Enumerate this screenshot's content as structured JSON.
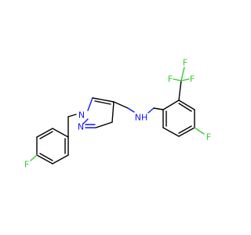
{
  "molecule": {
    "atoms": {
      "f_left": "F",
      "n_ring_1": "N",
      "n_ring_2": "N",
      "nh": "NH",
      "f_cf3_a": "F",
      "f_cf3_b": "F",
      "f_cf3_c": "F",
      "f_right": "F"
    },
    "colors": {
      "bond": "#000000",
      "nitrogen": "#1414ff",
      "fluorine": "#33cc33",
      "background": "#ffffff"
    }
  }
}
